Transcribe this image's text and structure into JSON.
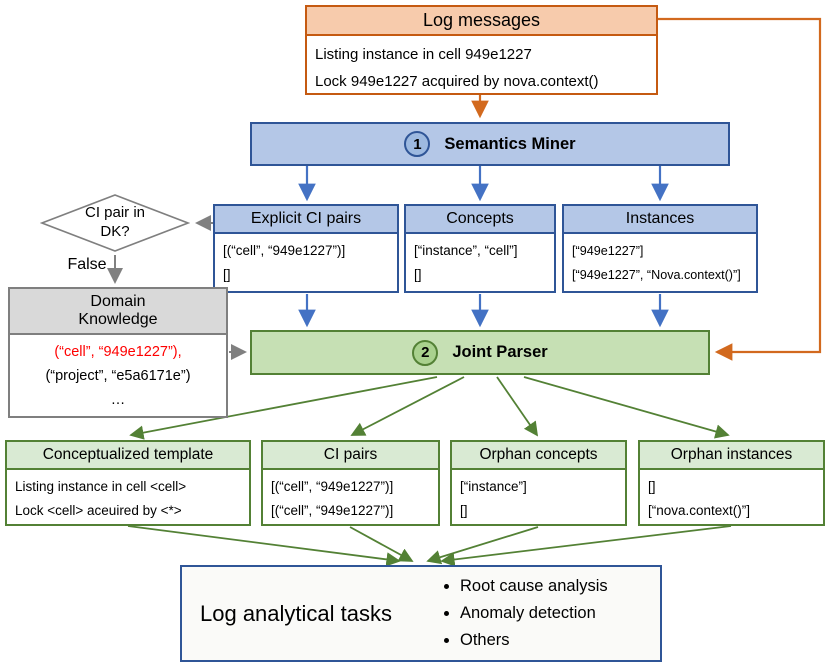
{
  "colors": {
    "orange_border": "#C55A11",
    "orange_fill": "#F7CBAC",
    "blue_border": "#2F5597",
    "blue_fill": "#B4C7E7",
    "blue_arrow": "#4472C4",
    "green_border": "#538135",
    "green_bar_fill": "#C6E0B4",
    "green_header_fill": "#D9EAD3",
    "gray_border": "#7F7F7F",
    "gray_fill": "#D9D9D9",
    "red_text": "#FF0000"
  },
  "log_messages": {
    "title": "Log messages",
    "lines": [
      "Listing instance in cell 949e1227",
      "Lock 949e1227 acquired by nova.context()"
    ]
  },
  "semantics_miner": {
    "number": "1",
    "label": "Semantics Miner"
  },
  "miner_outputs": [
    {
      "title": "Explicit CI pairs",
      "lines": [
        "[(“cell”, “949e1227”)]",
        "[]"
      ]
    },
    {
      "title": "Concepts",
      "lines": [
        "[“instance”, “cell”]",
        "[]"
      ]
    },
    {
      "title": "Instances",
      "lines": [
        "[“949e1227”]",
        "[“949e1227”, “Nova.context()”]"
      ]
    }
  ],
  "decision": {
    "label": "CI pair in DK?",
    "false_label": "False"
  },
  "domain_knowledge": {
    "title": "Domain Knowledge",
    "lines": [
      "(“cell”, “949e1227”),",
      "(“project”, “e5a6171e”)",
      "…"
    ]
  },
  "joint_parser": {
    "number": "2",
    "label": "Joint Parser"
  },
  "parser_outputs": [
    {
      "title": "Conceptualized template",
      "lines": [
        "Listing instance in cell <cell>",
        "Lock <cell> aceuired by  <*>"
      ]
    },
    {
      "title": "CI pairs",
      "lines": [
        "[(“cell”, “949e1227”)]",
        "[(“cell”, “949e1227”)]"
      ]
    },
    {
      "title": "Orphan concepts",
      "lines": [
        "[“instance”]",
        "[]"
      ]
    },
    {
      "title": "Orphan instances",
      "lines": [
        "[]",
        "[“nova.context()”]"
      ]
    }
  ],
  "tasks": {
    "title": "Log analytical tasks",
    "items": [
      "Root cause analysis",
      "Anomaly detection",
      "Others"
    ]
  }
}
